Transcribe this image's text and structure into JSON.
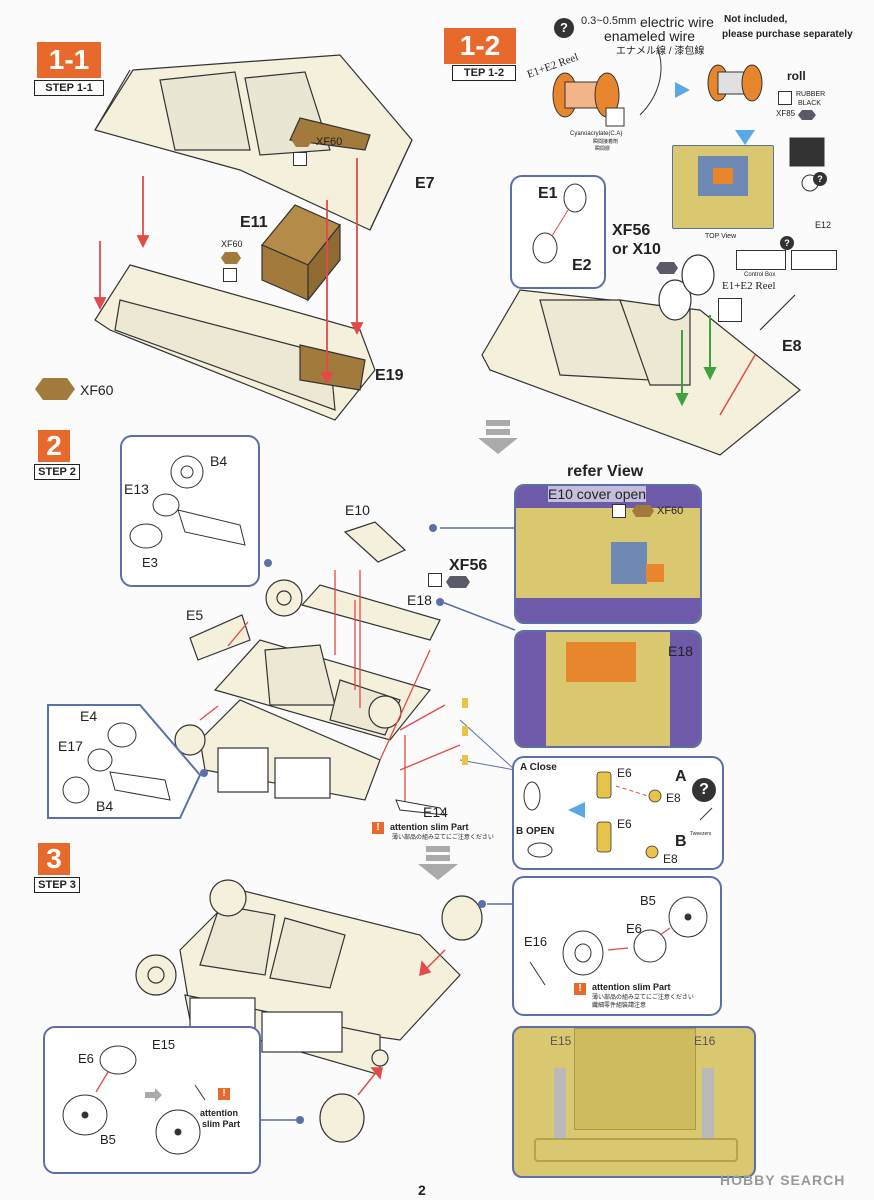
{
  "steps": {
    "s1_1": {
      "number": "1-1",
      "caption": "STEP 1-1"
    },
    "s1_2": {
      "number": "1-2",
      "caption": "TEP 1-2"
    },
    "s2": {
      "number": "2",
      "caption": "STEP 2"
    },
    "s3": {
      "number": "3",
      "caption": "STEP 3"
    }
  },
  "wire_note": {
    "gauge": "0.3~0.5mm",
    "electric": "electric wire",
    "enameled": "enameled wire",
    "jp": "エナメル線 / 漆包線",
    "not_included": "Not included,",
    "purchase": "please purchase separately",
    "reel": "E1+E2 Reel",
    "glue": "Cyanoacrylate(C.A)",
    "glue_jp1": "瞬間接着剤",
    "glue_jp2": "瞬間膠",
    "roll": "roll",
    "rubber": "RUBBER",
    "black": "BLACK",
    "xf85": "XF85",
    "top_view": "TOP View",
    "control_box": "Control Box",
    "e12": "E12",
    "reel2": "E1+E2 Reel"
  },
  "labels": {
    "e7": "E7",
    "e11": "E11",
    "xf60_small": "XF60",
    "xf60_a": "XF60",
    "e19": "E19",
    "xf60_legend": "XF60",
    "e1": "E1",
    "e2": "E2",
    "xf56": "XF56",
    "or_x10": "or X10",
    "e8": "E8",
    "b4_a": "B4",
    "e13": "E13",
    "e3": "E3",
    "e10": "E10",
    "xf56_b": "XF56",
    "e18": "E18",
    "e5": "E5",
    "e4": "E4",
    "e17": "E17",
    "b4_b": "B4",
    "e14": "E14",
    "refer_view": "refer View",
    "cover_open": "E10  cover  open",
    "xf60_b": "XF60",
    "e18_photo": "E18",
    "a_close": "A Close",
    "e6_a": "E6",
    "a": "A",
    "e8_a": "E8",
    "b_open": "B OPEN",
    "e6_b": "E6",
    "b": "B",
    "e8_b": "E8",
    "tweezers": "Tweezers",
    "attn_slim": "attention slim Part",
    "attn_slim_jp": "薄い部品の組み立てにご注意ください",
    "b5_a": "B5",
    "e6_c": "E6",
    "e16": "E16",
    "attn_slim2": "attention slim Part",
    "attn_slim2_jp1": "薄い部品の組み立てにご注意ください",
    "attn_slim2_jp2": "纖細零件組裝請注意",
    "e6_d": "E6",
    "e15": "E15",
    "b5_b": "B5",
    "attention": "attention",
    "slim_part": "slim Part",
    "e15_photo": "E15",
    "e16_photo": "E16",
    "page": "2",
    "watermark": "HOBBY SEARCH"
  },
  "colors": {
    "accent": "#e8692c",
    "xf60": "#a27a3b",
    "xf56": "#5a5a68",
    "xf85": "#5a5a68",
    "arrow_red": "#e24a4a",
    "arrow_green": "#3fa23f",
    "box_border": "#5b6fa8",
    "photo_yellow": "#d9c870",
    "track_purple": "#6e5aa8"
  }
}
